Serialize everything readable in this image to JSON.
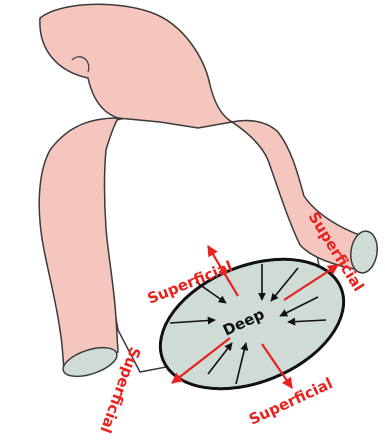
{
  "diagram": {
    "labels": {
      "deep": "Deep",
      "superficial_left": "Superficial",
      "superficial_top_right": "Superficial",
      "superficial_bottom_left": "Superficial",
      "superficial_bottom_right": "Superficial"
    },
    "colors": {
      "skin": "#f4c6bd",
      "skin_outline": "#3a3a3a",
      "wound_fill": "#cfdbd5",
      "arrow_outward": "#e8231f",
      "arrow_inward": "#111111"
    }
  }
}
